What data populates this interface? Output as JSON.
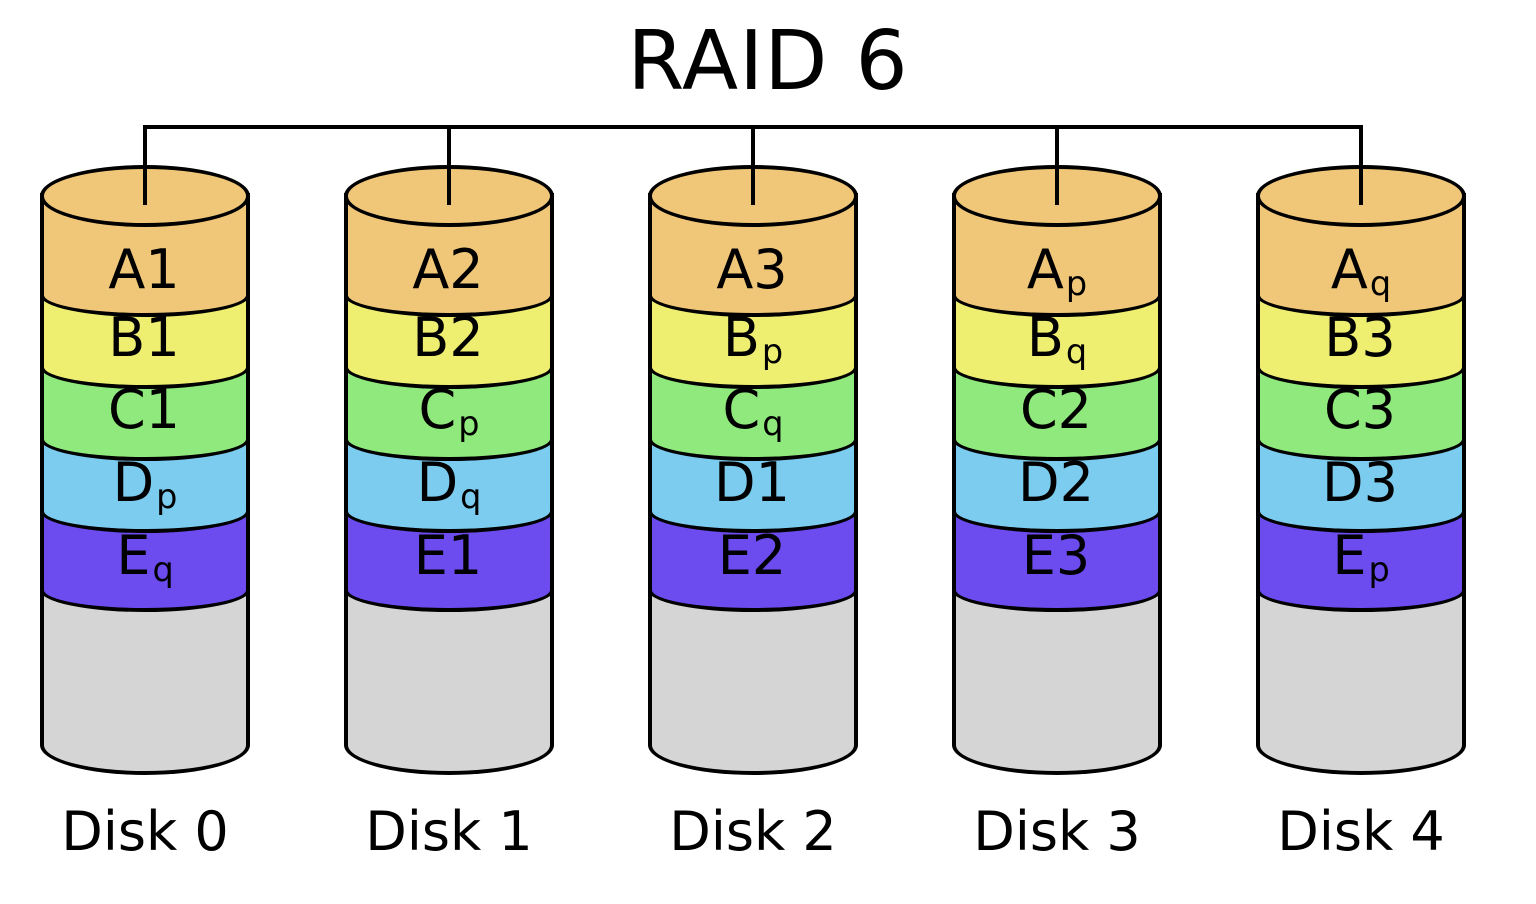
{
  "title": "RAID 6",
  "disks": [
    {
      "name": "Disk 0",
      "stripes": [
        {
          "base": "A1"
        },
        {
          "base": "B1"
        },
        {
          "base": "C1"
        },
        {
          "base": "D",
          "sub": "p"
        },
        {
          "base": "E",
          "sub": "q"
        }
      ]
    },
    {
      "name": "Disk 1",
      "stripes": [
        {
          "base": "A2"
        },
        {
          "base": "B2"
        },
        {
          "base": "C",
          "sub": "p"
        },
        {
          "base": "D",
          "sub": "q"
        },
        {
          "base": "E1"
        }
      ]
    },
    {
      "name": "Disk 2",
      "stripes": [
        {
          "base": "A3"
        },
        {
          "base": "B",
          "sub": "p"
        },
        {
          "base": "C",
          "sub": "q"
        },
        {
          "base": "D1"
        },
        {
          "base": "E2"
        }
      ]
    },
    {
      "name": "Disk 3",
      "stripes": [
        {
          "base": "A",
          "sub": "p"
        },
        {
          "base": "B",
          "sub": "q"
        },
        {
          "base": "C2"
        },
        {
          "base": "D2"
        },
        {
          "base": "E3"
        }
      ]
    },
    {
      "name": "Disk 4",
      "stripes": [
        {
          "base": "A",
          "sub": "q"
        },
        {
          "base": "B3"
        },
        {
          "base": "C3"
        },
        {
          "base": "D3"
        },
        {
          "base": "E",
          "sub": "p"
        }
      ]
    }
  ],
  "colors": {
    "stripe_orange": "#F0C778",
    "stripe_yellow": "#EEEF70",
    "stripe_green": "#8FE97C",
    "stripe_blue": "#7CCCEF",
    "stripe_purple": "#6C4BEF",
    "free_space_gray": "#D5D5D5",
    "outline_black": "#000000",
    "background": "#FFFFFF"
  }
}
